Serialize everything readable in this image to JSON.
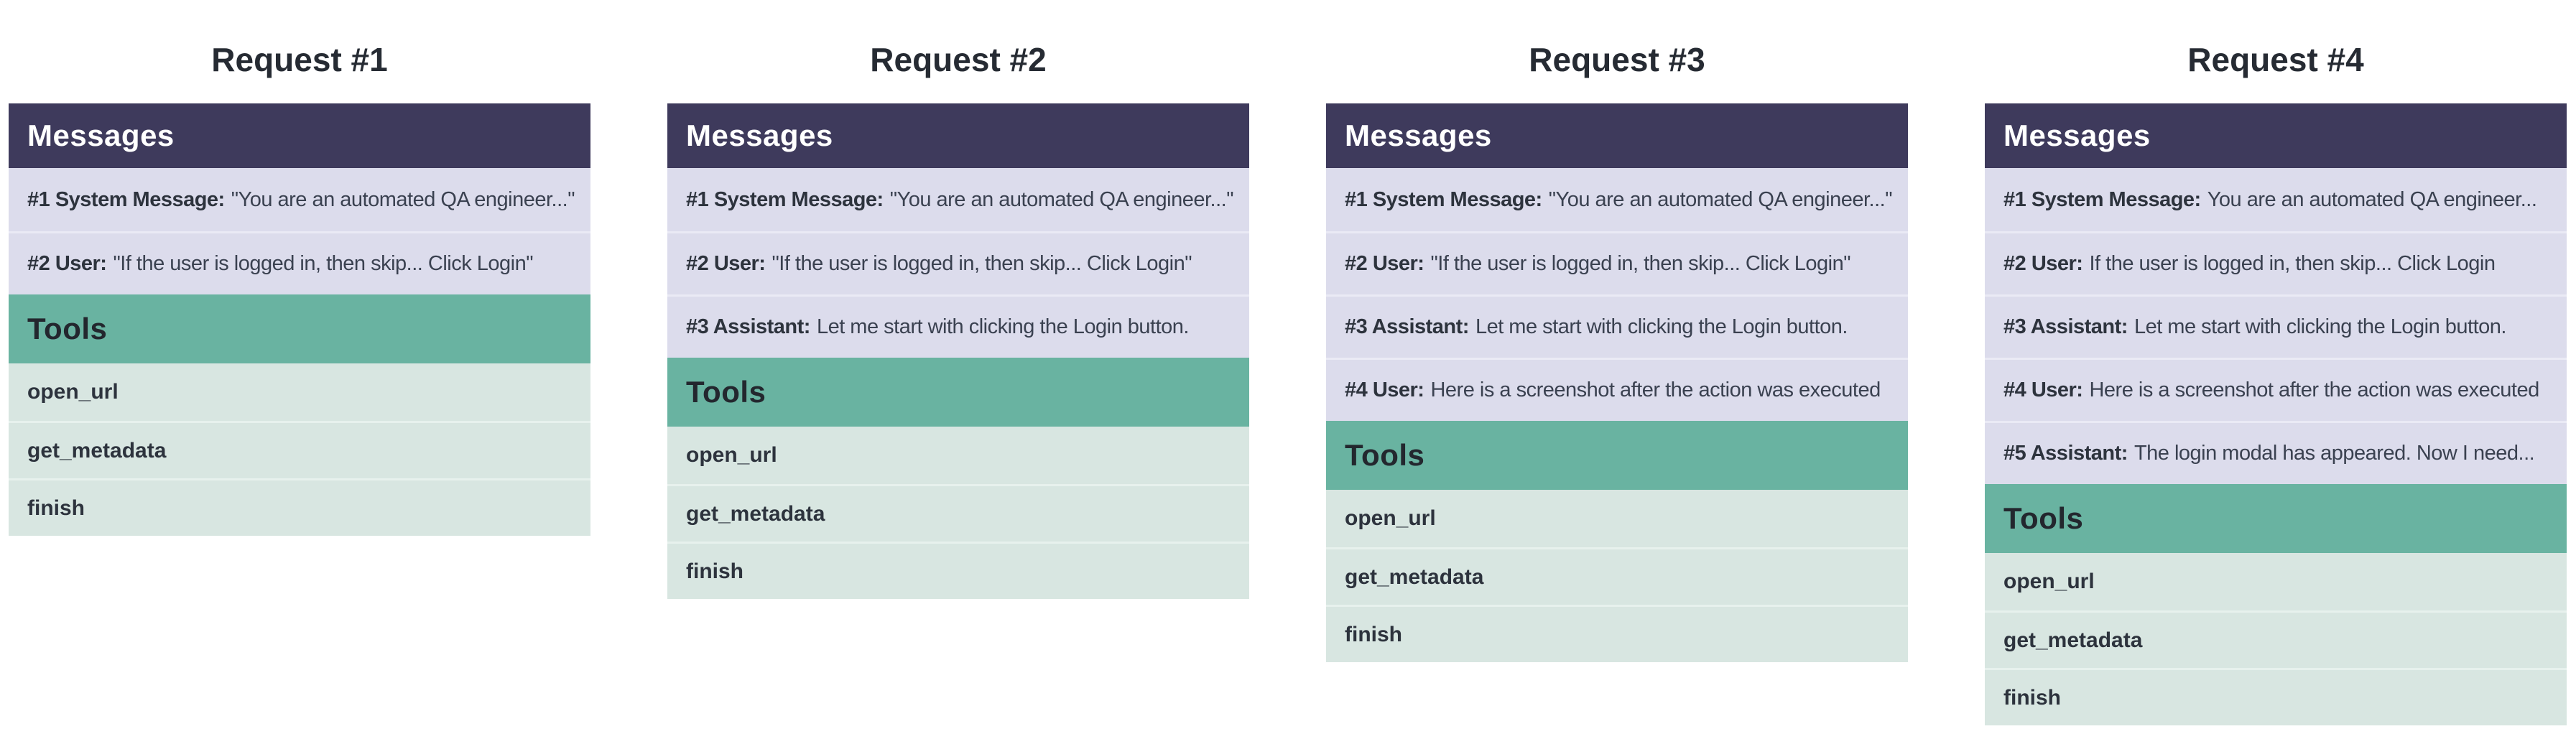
{
  "labels": {
    "messages_header": "Messages",
    "tools_header": "Tools"
  },
  "colors": {
    "messages_header_bg": "#3e3a5c",
    "messages_header_text": "#ffffff",
    "message_row_bg": "#dcdcec",
    "tools_header_bg": "#69b3a1",
    "tools_header_text": "#23272e",
    "tool_row_bg": "#d8e6e1",
    "title_text": "#262b33",
    "row_text": "#3a4150"
  },
  "columns": [
    {
      "title": "Request #1",
      "messages": [
        {
          "label": "#1 System Message:",
          "text": "\"You are an automated QA engineer...\""
        },
        {
          "label": "#2 User:",
          "text": "\"If the user is logged in, then skip... Click Login\""
        }
      ],
      "tools": [
        "open_url",
        "get_metadata",
        "finish"
      ]
    },
    {
      "title": "Request #2",
      "messages": [
        {
          "label": "#1 System Message:",
          "text": "\"You are an automated QA engineer...\""
        },
        {
          "label": "#2 User:",
          "text": "\"If the user is logged in, then skip... Click Login\""
        },
        {
          "label": "#3 Assistant:",
          "text": "Let me start with clicking the Login button."
        }
      ],
      "tools": [
        "open_url",
        "get_metadata",
        "finish"
      ]
    },
    {
      "title": "Request #3",
      "messages": [
        {
          "label": "#1 System Message:",
          "text": "\"You are an automated QA engineer...\""
        },
        {
          "label": "#2 User:",
          "text": "\"If the user is logged in, then skip... Click Login\""
        },
        {
          "label": "#3 Assistant:",
          "text": "Let me start with clicking the Login button."
        },
        {
          "label": "#4 User:",
          "text": "Here is a screenshot after the action was executed"
        }
      ],
      "tools": [
        "open_url",
        "get_metadata",
        "finish"
      ]
    },
    {
      "title": "Request #4",
      "messages": [
        {
          "label": "#1 System Message:",
          "text": "You are an automated QA engineer..."
        },
        {
          "label": "#2 User:",
          "text": "If the user is logged in, then skip... Click Login"
        },
        {
          "label": "#3 Assistant:",
          "text": "Let me start with clicking the Login button."
        },
        {
          "label": "#4 User:",
          "text": "Here is a screenshot after the action was executed"
        },
        {
          "label": "#5 Assistant:",
          "text": "The login modal has appeared. Now I need..."
        }
      ],
      "tools": [
        "open_url",
        "get_metadata",
        "finish"
      ]
    }
  ]
}
